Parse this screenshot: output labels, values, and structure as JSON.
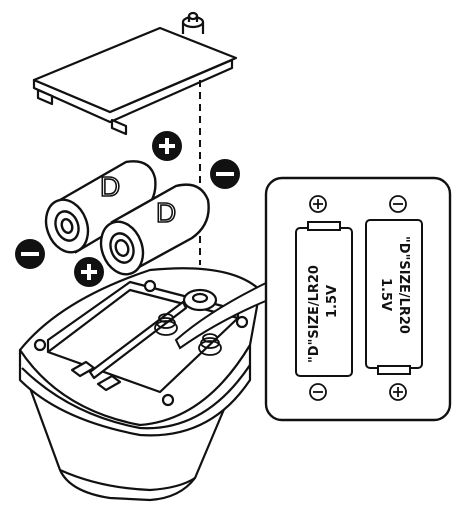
{
  "battery_letter": "D",
  "diagram_symbols": {
    "positive": "+",
    "negative": "−"
  },
  "detail_panel": {
    "cell_left": {
      "size_label": "\"D\"SIZE/LR20",
      "voltage": "1.5V",
      "top_terminal": "+",
      "bottom_terminal": "−"
    },
    "cell_right": {
      "size_label": "\"D\"SIZE/LR20",
      "voltage": "1.5V",
      "top_terminal": "−",
      "bottom_terminal": "+"
    }
  },
  "icons": [
    "battery-cover",
    "d-cell-battery",
    "battery-compartment",
    "positive-terminal-icon",
    "negative-terminal-icon"
  ],
  "colors": {
    "line": "#111111",
    "background": "#ffffff"
  }
}
